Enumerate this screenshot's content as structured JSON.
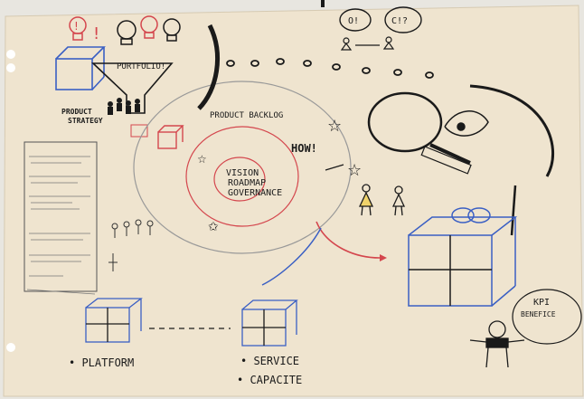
{
  "board": {
    "portfolio": "PORTFOLIO!",
    "product_strategy": "PRODUCT STRATEGY",
    "product_backlog": "PRODUCT BACKLOG",
    "how": "HOW!",
    "vision": "VISION",
    "roadmap": "ROADMAP",
    "governance": "GOVERNANCE",
    "bubble_left": "O!",
    "bubble_right": "C!?",
    "kpi": "KPI",
    "benefice": "BENEFICE",
    "platform": "PLATFORM",
    "service": "SERVICE",
    "capacite": "CAPACITE"
  },
  "colors": {
    "paper": "#f0e7d4",
    "ink": "#1a1a1a",
    "red": "#d4464d",
    "blue": "#3a5fc4"
  }
}
